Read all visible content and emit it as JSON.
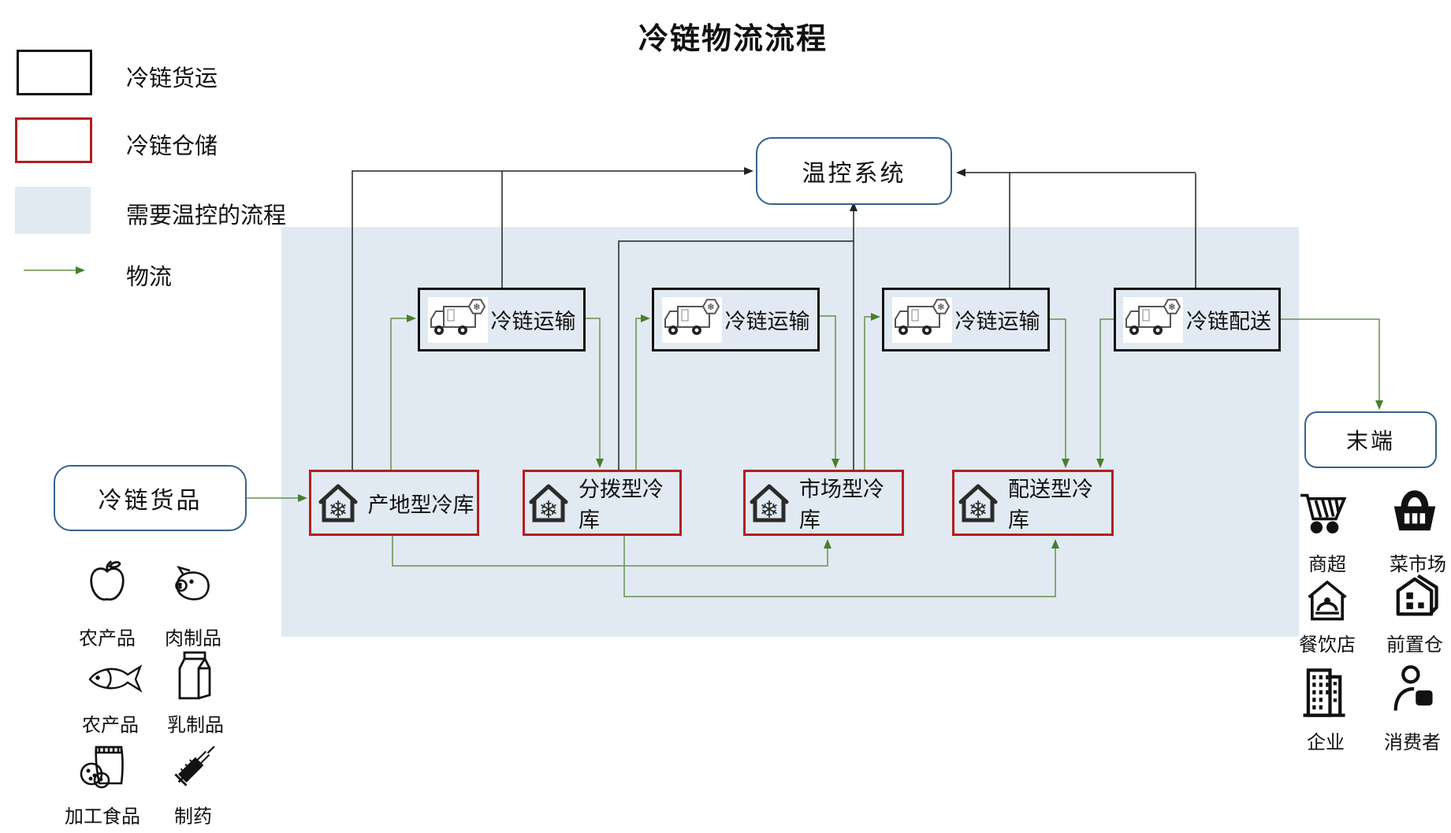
{
  "title": "冷链物流流程",
  "legend": {
    "freight": "冷链货运",
    "storage": "冷链仓储",
    "temp_zone": "需要温控的流程",
    "logistics": "物流"
  },
  "nodes": {
    "temp_control": "温控系统",
    "goods": "冷链货品",
    "terminal": "末端",
    "transport1": "冷链运输",
    "transport2": "冷链运输",
    "transport3": "冷链运输",
    "delivery": "冷链配送",
    "storage1": "产地型冷库",
    "storage2": "分拨型冷库",
    "storage3": "市场型冷库",
    "storage4": "配送型冷库"
  },
  "products": [
    {
      "icon": "apple-icon",
      "label": "农产品"
    },
    {
      "icon": "pig-icon",
      "label": "肉制品"
    },
    {
      "icon": "fish-icon",
      "label": "农产品"
    },
    {
      "icon": "milk-icon",
      "label": "乳制品"
    },
    {
      "icon": "snack-icon",
      "label": "加工食品"
    },
    {
      "icon": "syringe-icon",
      "label": "制药"
    }
  ],
  "terminals": [
    {
      "icon": "cart-icon",
      "label": "商超"
    },
    {
      "icon": "basket-icon",
      "label": "菜市场"
    },
    {
      "icon": "restaurant-icon",
      "label": "餐饮店"
    },
    {
      "icon": "forward-warehouse-icon",
      "label": "前置仓"
    },
    {
      "icon": "building-icon",
      "label": "企业"
    },
    {
      "icon": "consumer-icon",
      "label": "消费者"
    }
  ],
  "colors": {
    "temp_zone_fill": "#e1eaf2",
    "freight_border": "#111111",
    "storage_border": "#b02020",
    "node_border_blue": "#36618e",
    "flow_green": "#47802d",
    "monitor_black": "#222222"
  }
}
